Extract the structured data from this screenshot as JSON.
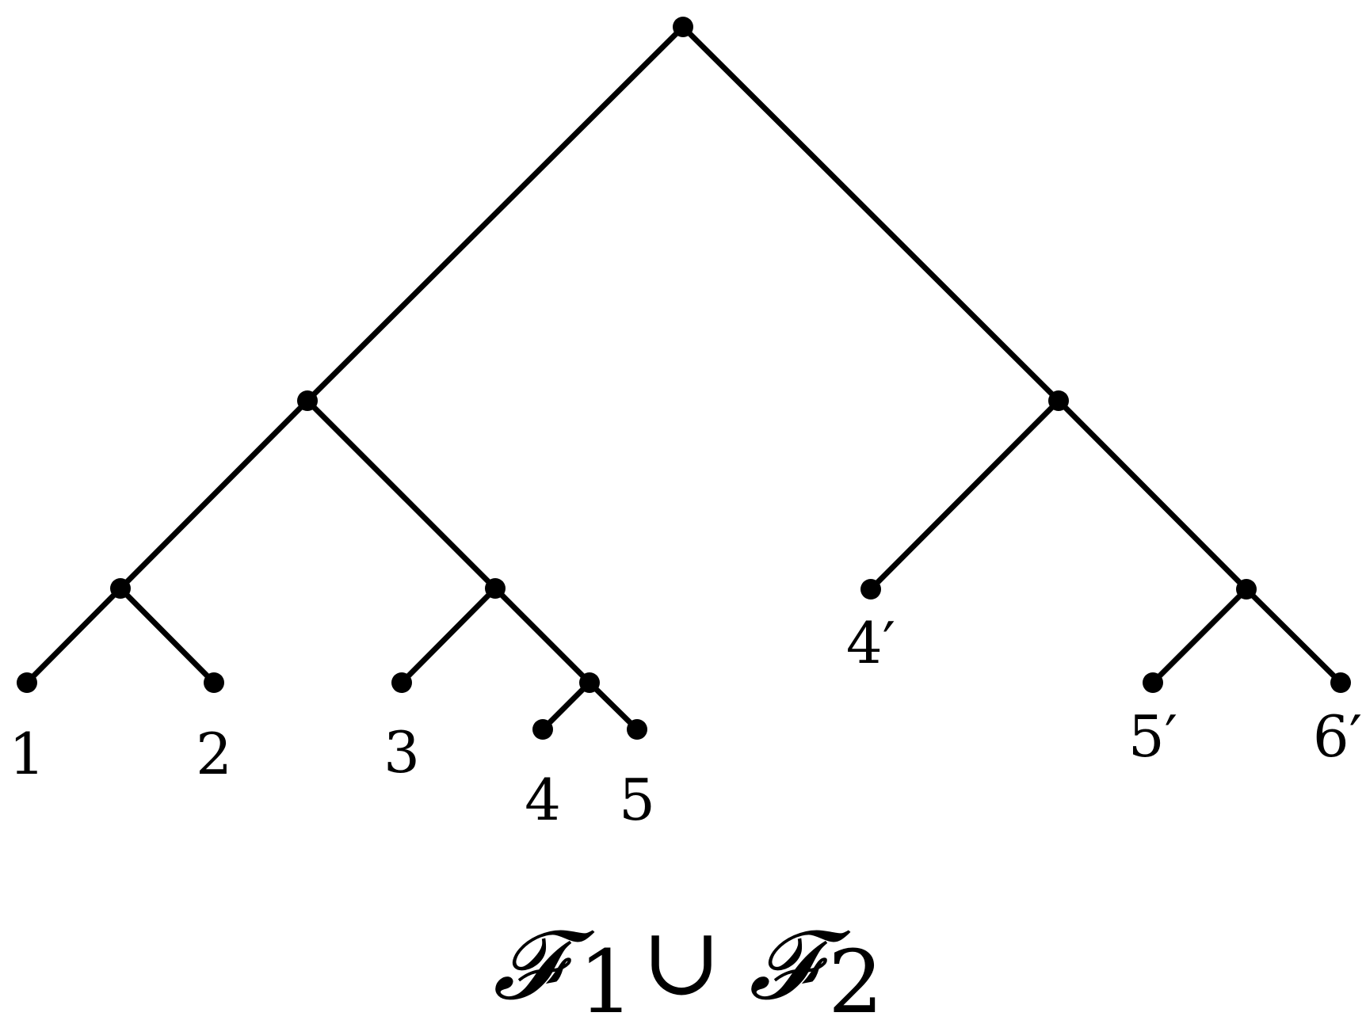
{
  "diagram": {
    "caption": {
      "first_set": "𝓕",
      "first_index": "1",
      "operator": "∪",
      "second_set": "𝓕",
      "second_index": "2"
    },
    "leaves": [
      {
        "id": "leaf-1",
        "label": "1"
      },
      {
        "id": "leaf-2",
        "label": "2"
      },
      {
        "id": "leaf-3",
        "label": "3"
      },
      {
        "id": "leaf-4",
        "label": "4"
      },
      {
        "id": "leaf-5",
        "label": "5"
      },
      {
        "id": "leaf-4p",
        "label": "4′"
      },
      {
        "id": "leaf-5p",
        "label": "5′"
      },
      {
        "id": "leaf-6p",
        "label": "6′"
      }
    ],
    "colors": {
      "ink": "#000000",
      "background": "#ffffff"
    }
  }
}
